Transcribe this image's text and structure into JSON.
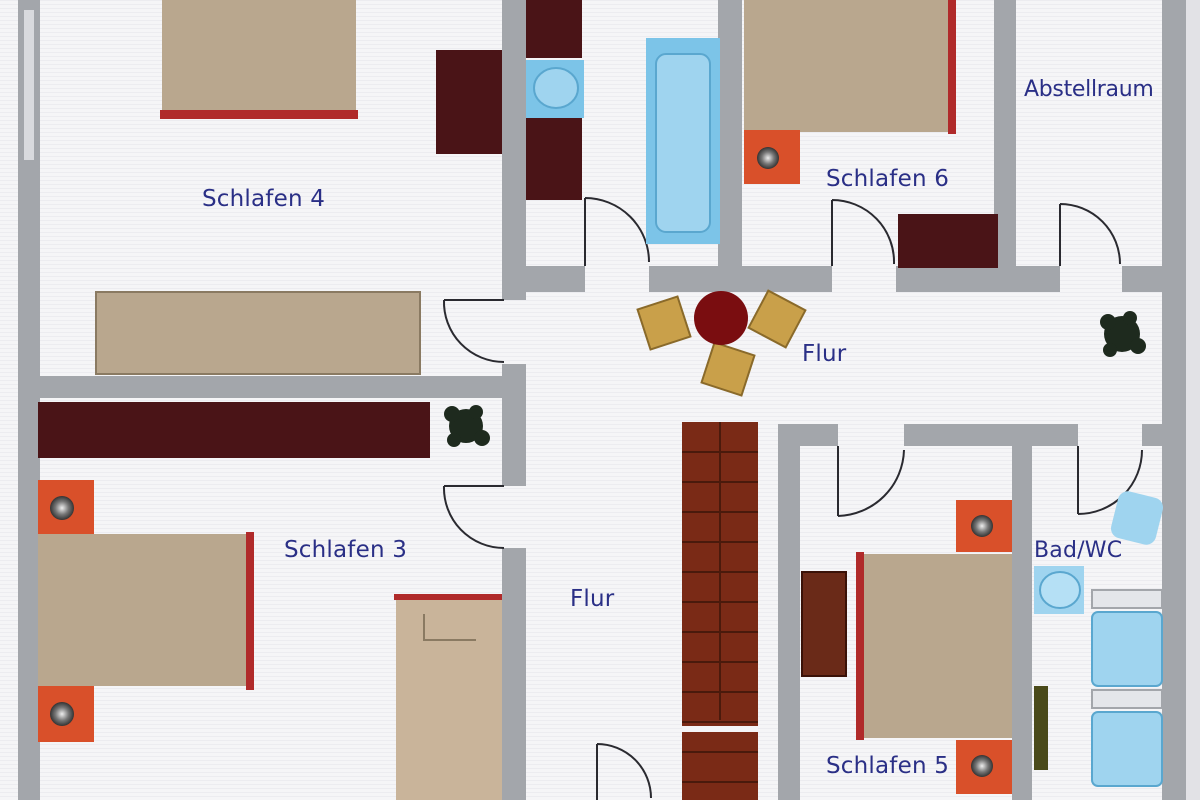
{
  "rooms": {
    "schlafen4": "Schlafen 4",
    "schlafen6": "Schlafen 6",
    "abstellraum": "Abstellraum",
    "flur_upper": "Flur",
    "schlafen3": "Schlafen 3",
    "flur_lower": "Flur",
    "bad_wc": "Bad/WC",
    "schlafen5": "Schlafen 5"
  },
  "colors": {
    "floor": "#f4f4f6",
    "wall": "#a3a6ab",
    "bed": "#b9a78e",
    "bed_trim": "#b02a2a",
    "dark_furniture": "#4a1417",
    "nightstand": "#d9502a",
    "bathroom_fixture": "#7cc4e8",
    "chair": "#c9a04a",
    "table": "#7a0d10",
    "stair": "#7a2a16",
    "label": "#2a2f86",
    "plant": "#1e2a1e"
  }
}
